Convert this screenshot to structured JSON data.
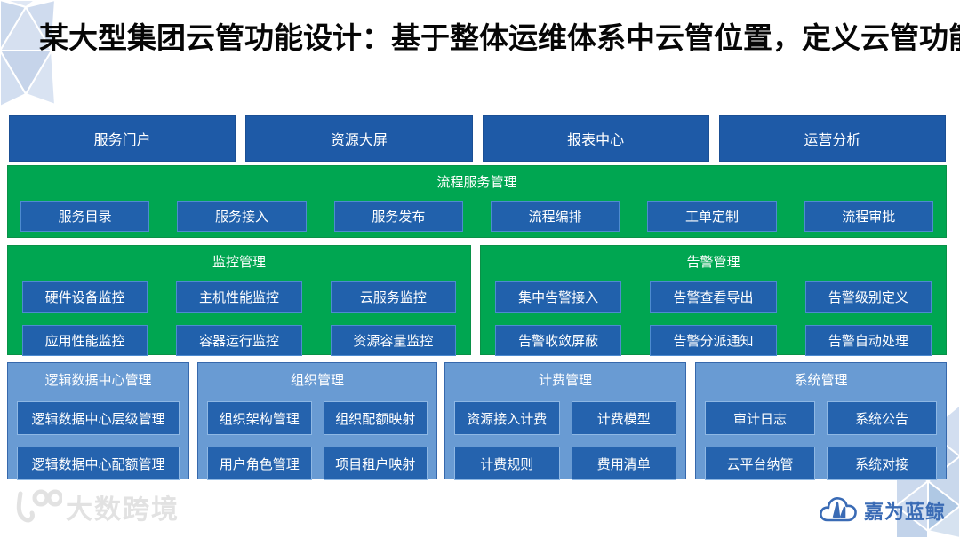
{
  "title": "某大型集团云管功能设计：基于整体运维体系中云管位置，定义云管功能",
  "top_blocks": [
    "服务门户",
    "资源大屏",
    "报表中心",
    "运营分析"
  ],
  "sections": {
    "process_service": {
      "title": "流程服务管理",
      "items": [
        "服务目录",
        "服务接入",
        "服务发布",
        "流程编排",
        "工单定制",
        "流程审批"
      ]
    },
    "monitoring": {
      "title": "监控管理",
      "items": [
        "硬件设备监控",
        "主机性能监控",
        "云服务监控",
        "应用性能监控",
        "容器运行监控",
        "资源容量监控"
      ]
    },
    "alarm": {
      "title": "告警管理",
      "items": [
        "集中告警接入",
        "告警查看导出",
        "告警级别定义",
        "告警收敛屏蔽",
        "告警分派通知",
        "告警自动处理"
      ]
    },
    "logical_dc": {
      "title": "逻辑数据中心管理",
      "items": [
        "逻辑数据中心层级管理",
        "逻辑数据中心配额管理"
      ]
    },
    "organization": {
      "title": "组织管理",
      "items": [
        "组织架构管理",
        "组织配额映射",
        "用户角色管理",
        "项目租户映射"
      ]
    },
    "billing": {
      "title": "计费管理",
      "items": [
        "资源接入计费",
        "计费模型",
        "计费规则",
        "费用清单"
      ]
    },
    "system": {
      "title": "系统管理",
      "items": [
        "审计日志",
        "系统公告",
        "云平台纳管",
        "系统对接"
      ]
    }
  },
  "footer": {
    "watermark_text": "大数跨境",
    "logo_text": "嘉为蓝鲸"
  },
  "colors": {
    "dark_blue": "#1E5AA7",
    "green": "#00A651",
    "light_blue": "#699BD3",
    "inner_blue": "#2161AC",
    "logo_blue": "#3A6BB5",
    "decoration_blue": "#CDD9EC"
  }
}
